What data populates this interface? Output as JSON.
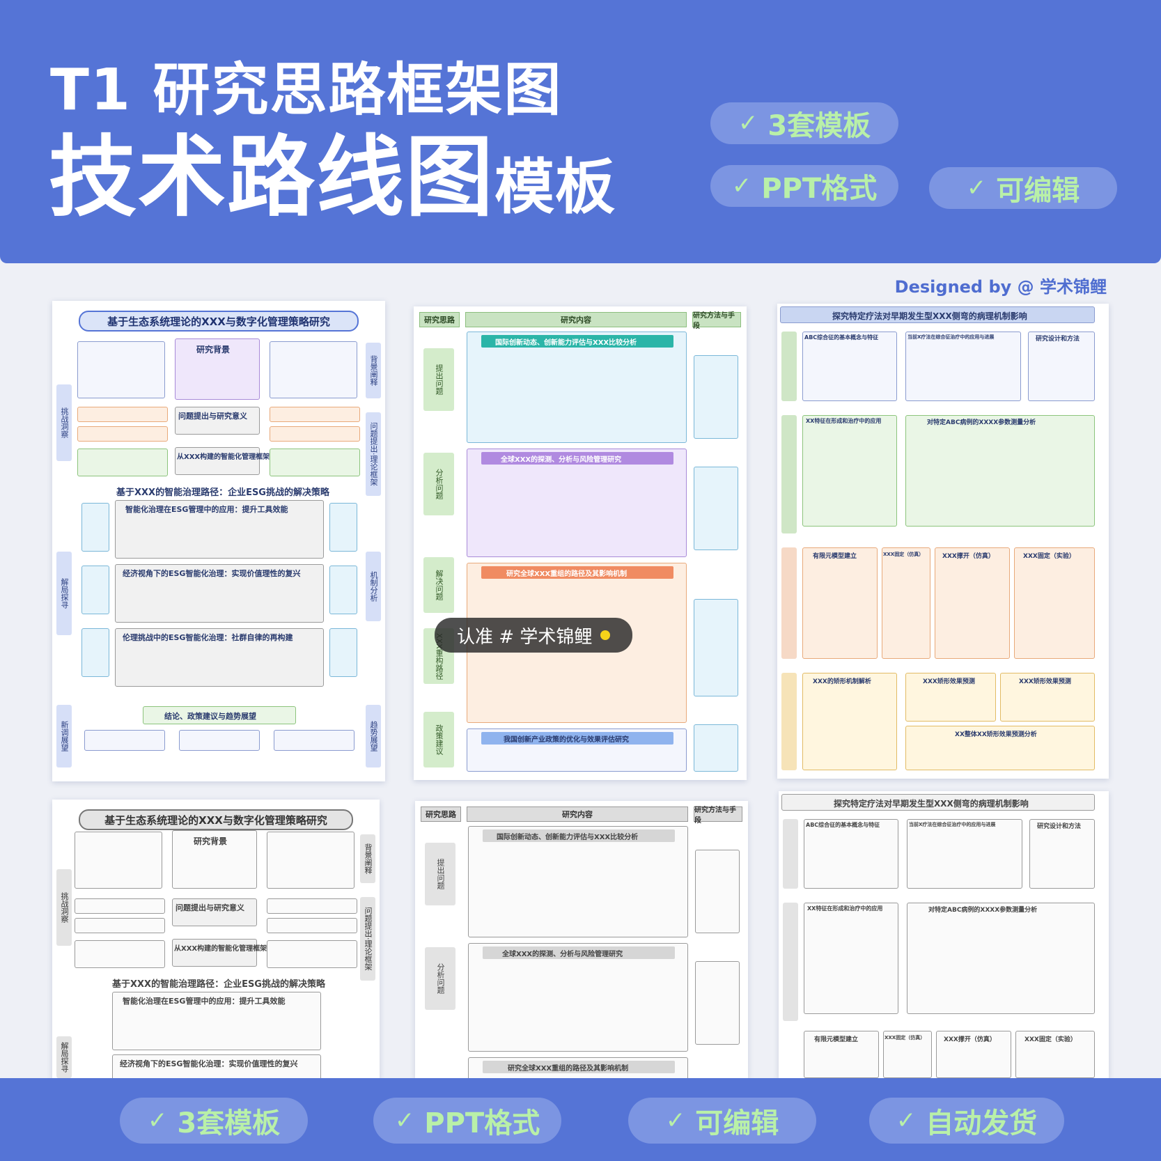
{
  "banner": {
    "title_line1": "T1 研究思路框架图",
    "title_line2_big": "技术路线图",
    "title_line2_small": "模板",
    "badges": [
      "3套模板",
      "PPT格式",
      "可编辑"
    ],
    "credit": "Designed by @ 学术锦鲤"
  },
  "icons": {
    "check": "check-icon"
  },
  "thumbnails": {
    "t1": {
      "title": "基于生态系统理论的XXX与数字化管理策略研究",
      "left_labels": [
        "挑战洞察",
        "解局探寻",
        "新调展望"
      ],
      "right_labels": [
        "背景阐释",
        "问题提出·理论框架",
        "机制分析",
        "趋势展望"
      ],
      "core_box": "研究背景",
      "step_a": "问题提出与研究意义",
      "step_b": "从XXX构建的智能化管理框架",
      "section": "基于XXX的智能治理路径：企业ESG挑战的解决策略",
      "sub1": "智能化治理在ESG管理中的应用：提升工具效能",
      "sub2": "经济视角下的ESG智能化治理：实现价值理性的复兴",
      "sub3": "伦理挑战中的ESG智能化治理：社群自律的再构建",
      "conclusion": "结论、政策建议与趋势展望"
    },
    "t2": {
      "col_left": "研究思路",
      "col_mid": "研究内容",
      "col_right": "研究方法与手段",
      "left_steps": [
        "提出问题",
        "分析问题",
        "解决问题",
        "XXX重构路径",
        "政策建议"
      ],
      "sections": [
        "国际创新动态、创新能力评估与XXX比较分析",
        "全球XXX的探测、分析与风险管理研究",
        "研究全球XXX重组的路径及其影响机制",
        "我国创新产业政策的优化与效果评估研究"
      ]
    },
    "t3": {
      "title": "探究特定疗法对早期发生型XXX侧弯的病理机制影响",
      "boxes": [
        "ABC综合征的基本概念与特征",
        "当前X疗法在综合征治疗中的应用与进展",
        "研究设计和方法"
      ],
      "mid": [
        "XX特征在形成和治疗中的应用",
        "对特定ABC病例的XXXX参数测量分析"
      ],
      "low": [
        "有限元模型建立",
        "XXX固定（仿真）",
        "XXX撑开（仿真）",
        "XXX固定（实验）"
      ],
      "bottom": [
        "XXX的矫形机制解析",
        "XXX矫形效果预测",
        "XXX矫形效果预测",
        "XX整体XX矫形效果预测分析"
      ]
    }
  },
  "watermark": "认准 # 学术锦鲤",
  "footer_badges": [
    "3套模板",
    "PPT格式",
    "可编辑",
    "自动发货"
  ],
  "colors": {
    "brand_blue": "#5574d6",
    "badge_green": "#b9f0a8",
    "pill_bg": "#7c95e2"
  }
}
